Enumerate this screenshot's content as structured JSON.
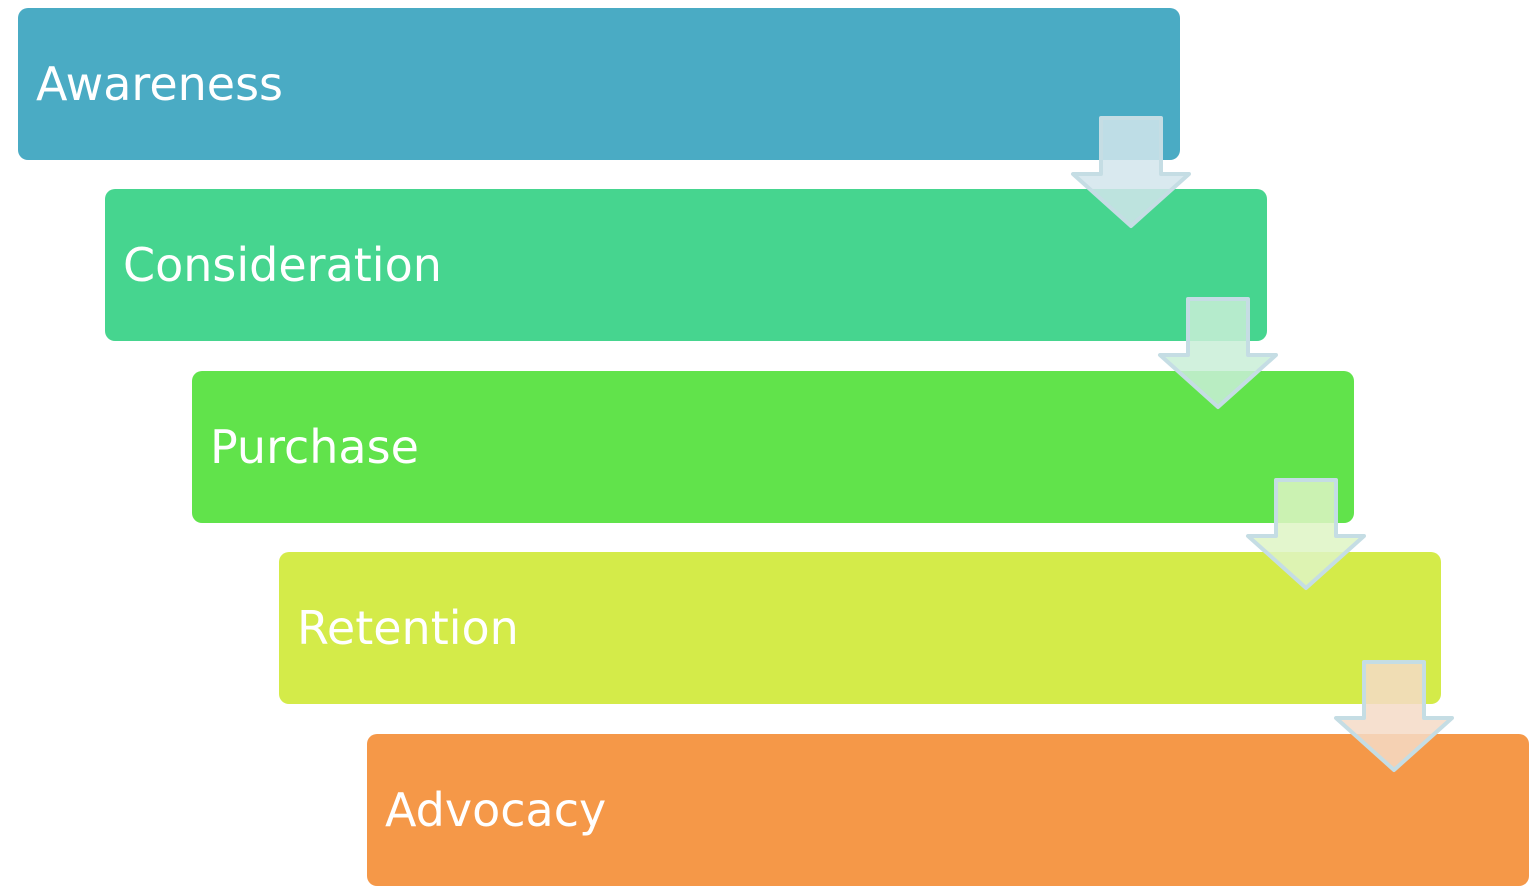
{
  "steps": [
    {
      "label": "Awareness",
      "color": "#4aabc4"
    },
    {
      "label": "Consideration",
      "color": "#46d58f"
    },
    {
      "label": "Purchase",
      "color": "#61e34b"
    },
    {
      "label": "Retention",
      "color": "#d4eb49"
    },
    {
      "label": "Advocacy",
      "color": "#f59848"
    }
  ],
  "arrows": [
    {
      "icon": "down-arrow-icon",
      "fill": "#d2e5ec",
      "stroke": "#c5dde4"
    },
    {
      "icon": "down-arrow-icon",
      "fill": "#c9eed7",
      "stroke": "#c5dde4"
    },
    {
      "icon": "down-arrow-icon",
      "fill": "#def5c4",
      "stroke": "#c5dde4"
    },
    {
      "icon": "down-arrow-icon",
      "fill": "#f5dbc7",
      "stroke": "#c5dde4"
    }
  ]
}
